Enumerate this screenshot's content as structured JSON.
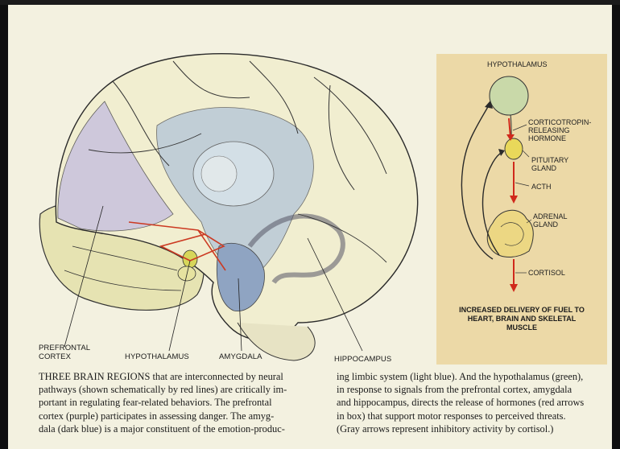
{
  "figure": {
    "labels": {
      "prefrontal_cortex_line1": "PREFRONTAL",
      "prefrontal_cortex_line2": "CORTEX",
      "hypothalamus": "HYPOTHALAMUS",
      "amygdala": "AMYGDALA",
      "hippocampus": "HIPPOCAMPUS"
    },
    "inset": {
      "hypothalamus": "HYPOTHALAMUS",
      "crh_line1": "CORTICOTROPIN-",
      "crh_line2": "RELEASING",
      "crh_line3": "HORMONE",
      "pituitary_line1": "PITUITARY",
      "pituitary_line2": "GLAND",
      "acth": "ACTH",
      "adrenal_line1": "ADRENAL",
      "adrenal_line2": "GLAND",
      "cortisol": "CORTISOL",
      "result": "INCREASED DELIVERY OF FUEL TO HEART, BRAIN AND SKELETAL MUSCLE"
    }
  },
  "caption": {
    "col1": [
      "THREE BRAIN REGIONS that are interconnected by neural",
      "pathways (shown schematically by red lines) are critically im-",
      "portant in regulating fear-related behaviors. The prefrontal",
      "cortex (purple) participates in assessing danger. The amyg-",
      "dala (dark blue) is a major constituent of the emotion-produc-"
    ],
    "col2": [
      "ing limbic system (light blue). And the hypothalamus (green),",
      "in response to signals from the prefrontal cortex, amygdala",
      "and hippocampus, directs the release of hormones (red arrows",
      "in box) that support motor responses to perceived threats.",
      "(Gray arrows represent inhibitory activity by cortisol.)"
    ]
  }
}
